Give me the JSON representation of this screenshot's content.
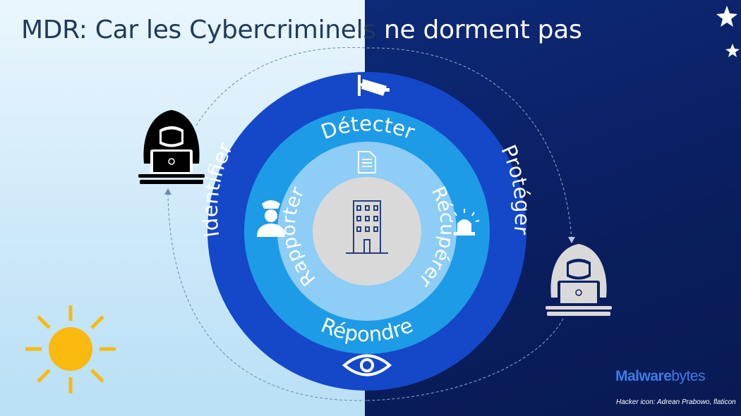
{
  "title": {
    "part1": "MDR: Car les Cybercriminels",
    "part2": " ne dorment pas"
  },
  "rings": {
    "outer": [
      "Identifier",
      "Protéger"
    ],
    "middle": [
      "Détecter",
      "Répondre"
    ],
    "inner": [
      "Rapporter",
      "Récupérer"
    ]
  },
  "brand": {
    "bold": "Malware",
    "regular": "bytes"
  },
  "credit": "Hacker icon: Adrean Prabowo, flaticon",
  "colors": {
    "outer_ring": "#1448c8",
    "middle_ring": "#1e9be6",
    "inner_ring": "#8dcdf6",
    "core": "#d9d9d9",
    "sun": "#f9b90f",
    "night_bg": "#0a1f62"
  },
  "icons": [
    "cctv-camera-icon",
    "document-icon",
    "police-officer-icon",
    "siren-icon",
    "eye-icon",
    "building-icon",
    "hacker-icon",
    "sun-icon",
    "moon-icon",
    "star-icon"
  ]
}
